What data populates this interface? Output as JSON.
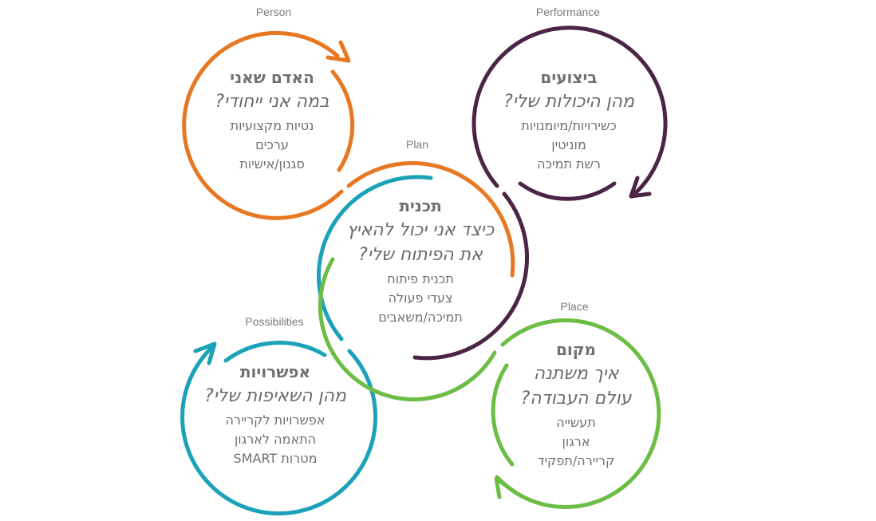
{
  "colors": {
    "person": "#E87722",
    "performance": "#4B2545",
    "possibilities": "#1BA1B8",
    "place": "#6CBD45",
    "text": "#6f6f6f"
  },
  "person": {
    "label": "Person",
    "title": "האדם שאני",
    "question": [
      "במה אני ייחודי?"
    ],
    "items": [
      "נטיות מקצועיות",
      "ערכים",
      "סגנון/אישיות"
    ]
  },
  "performance": {
    "label": "Performance",
    "title": "ביצועים",
    "question": [
      "מהן היכולות שלי?"
    ],
    "items": [
      "כשירויות/מיומנויות",
      "מוניטין",
      "רשת תמיכה"
    ]
  },
  "plan": {
    "label": "Plan",
    "title": "תכנית",
    "question": [
      "כיצד אני יכול להאיץ",
      "את הפיתוח שלי?"
    ],
    "items": [
      "תכנית פיתוח",
      "צעדי פעולה",
      "תמיכה/משאבים"
    ]
  },
  "possibilities": {
    "label": "Possibilities",
    "title": "אפשרויות",
    "question": [
      "מהן השאיפות שלי?"
    ],
    "items": [
      "אפשרויות לקריירה",
      "התאמה לארגון",
      "מטרות SMART"
    ]
  },
  "place": {
    "label": "Place",
    "title": "מקום",
    "question": [
      "איך משתנה",
      "עולם העבודה?"
    ],
    "items": [
      "תעשייה",
      "ארגון",
      "קריירה/תפקיד"
    ]
  }
}
